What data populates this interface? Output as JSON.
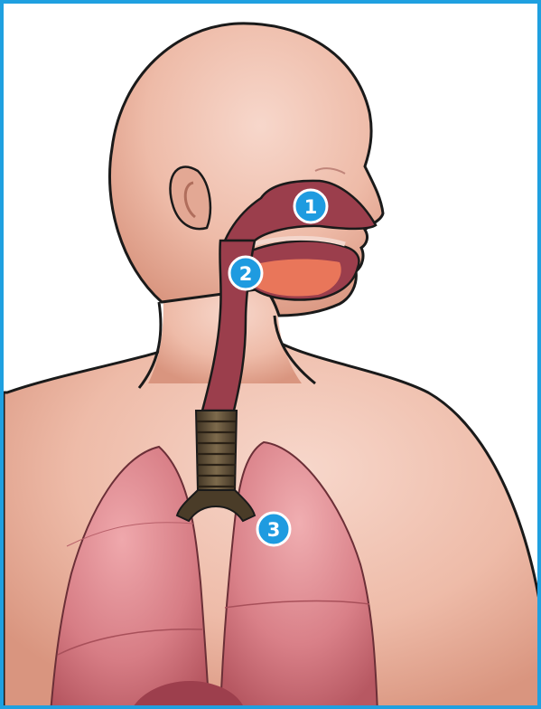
{
  "diagram": {
    "markers": [
      {
        "number": "1"
      },
      {
        "number": "2"
      },
      {
        "number": "3"
      }
    ]
  },
  "colors": {
    "frame_border": "#1fa0e0",
    "marker_fill": "#1e9be0",
    "marker_stroke": "#ffffff",
    "skin": "#efbfae",
    "skin_shadow": "#d99a86",
    "airway": "#9b3e4c",
    "mouth": "#e9765a",
    "trachea": "#5a4a34",
    "lung": "#d77d85"
  }
}
